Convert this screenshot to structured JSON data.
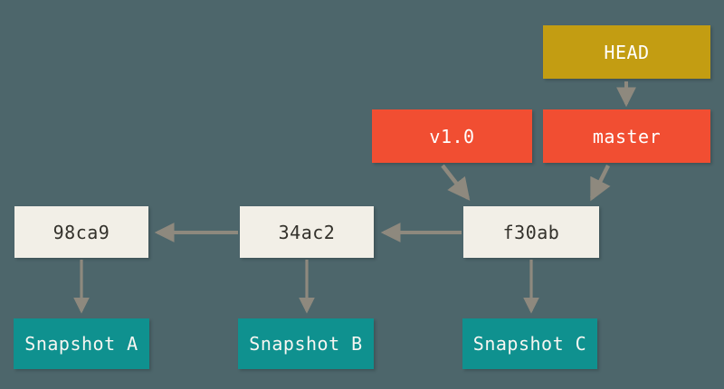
{
  "diagram": {
    "title": "git-branch-and-head-pointers",
    "background": "#4d666b",
    "colors": {
      "head_box": "#c39d12",
      "ref_box": "#f14e32",
      "commit_box": "#f2efe7",
      "snapshot_box": "#0f918f",
      "arrow": "#8e897e",
      "commit_text": "#33312b",
      "ref_text": "#ffffff"
    },
    "refs": {
      "head": {
        "label": "HEAD"
      },
      "tag": {
        "label": "v1.0"
      },
      "branch": {
        "label": "master"
      }
    },
    "commits": [
      {
        "label": "98ca9"
      },
      {
        "label": "34ac2"
      },
      {
        "label": "f30ab"
      }
    ],
    "snapshots": [
      {
        "label": "Snapshot A"
      },
      {
        "label": "Snapshot B"
      },
      {
        "label": "Snapshot C"
      }
    ],
    "edges": [
      {
        "from": "HEAD",
        "to": "master"
      },
      {
        "from": "v1.0",
        "to": "f30ab"
      },
      {
        "from": "master",
        "to": "f30ab"
      },
      {
        "from": "f30ab",
        "to": "34ac2"
      },
      {
        "from": "34ac2",
        "to": "98ca9"
      },
      {
        "from": "98ca9",
        "to": "Snapshot A"
      },
      {
        "from": "34ac2",
        "to": "Snapshot B"
      },
      {
        "from": "f30ab",
        "to": "Snapshot C"
      }
    ]
  }
}
